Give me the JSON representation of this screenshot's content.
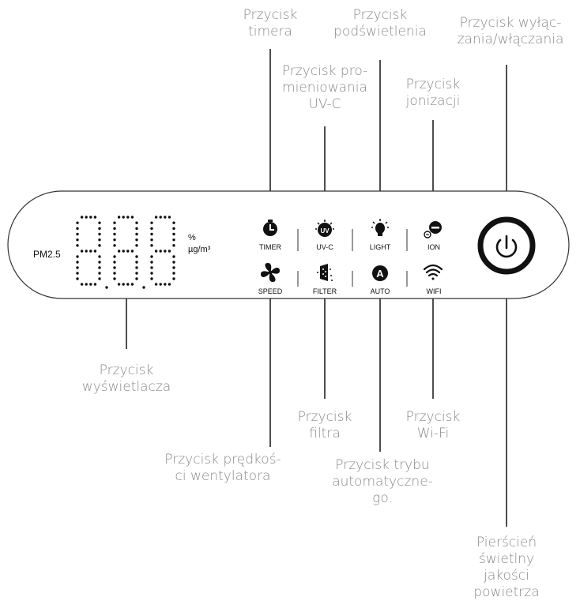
{
  "panel": {
    "pm_label": "PM2.5",
    "unit_percent": "%",
    "unit_density": "µg/m³",
    "buttons": {
      "timer": "TIMER",
      "uvc": "UV-C",
      "light": "LIGHT",
      "ion": "ION",
      "speed": "SPEED",
      "filter": "FILTER",
      "auto": "AUTO",
      "wifi": "WIFI"
    }
  },
  "callouts": {
    "timer": [
      "Przycisk",
      "timera"
    ],
    "light": [
      "Przycisk",
      "podświetlenia"
    ],
    "power": [
      "Przycisk wyłąc-",
      "zania/włączania"
    ],
    "uvc": [
      "Przycisk pro-",
      "mieniowania",
      "UV-C"
    ],
    "ion": [
      "Przycisk",
      "jonizacji"
    ],
    "display": [
      "Przycisk",
      "wyświetlacza"
    ],
    "filter": [
      "Przycisk",
      "filtra"
    ],
    "wifi": [
      "Przycisk",
      "Wi-Fi"
    ],
    "speed": [
      "Przycisk prędkoś-",
      "ci wentylatora"
    ],
    "auto": [
      "Przycisk trybu",
      "automatyczne-",
      "go."
    ],
    "ring": [
      "Pierścień",
      "świetlny",
      "jakości",
      "powietrza"
    ]
  },
  "icons": {
    "timer": "timer-icon",
    "uvc": "uv-lamp-icon",
    "light": "light-bulb-icon",
    "ion": "ion-minus-icon",
    "speed": "fan-icon",
    "filter": "filter-icon",
    "auto": "auto-a-icon",
    "wifi": "wifi-icon",
    "power": "power-icon"
  }
}
